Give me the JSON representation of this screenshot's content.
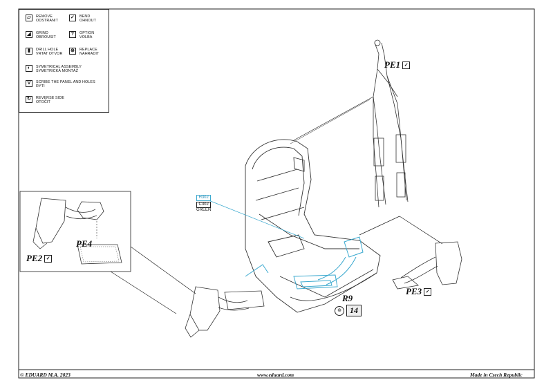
{
  "legend": {
    "items": [
      {
        "icon": "remove-icon",
        "l1": "REMOVE",
        "l2": "ODSTRANIT"
      },
      {
        "icon": "bend-icon",
        "l1": "BEND",
        "l2": "OHNOUT"
      },
      {
        "icon": "grind-icon",
        "l1": "GRIND",
        "l2": "OBROUSIT"
      },
      {
        "icon": "option-icon",
        "l1": "OPTION",
        "l2": "VOLBA"
      },
      {
        "icon": "drill-hole-icon",
        "l1": "DRILL HOLE",
        "l2": "VRTAT OTVOR"
      },
      {
        "icon": "replace-icon",
        "l1": "REPLACE",
        "l2": "NAHRADIT"
      },
      {
        "icon": "symmetrical-icon",
        "l1": "SYMETRICAL ASSEMBLY",
        "l2": "SYMETRICKÁ MONTÁŽ"
      },
      {
        "icon": "scribe-icon",
        "l1": "SCRIBE THE PANEL AND HOLES",
        "l2": "RÝTI"
      },
      {
        "icon": "reverse-icon",
        "l1": "REVERSE SIDE",
        "l2": "OTOČIT"
      }
    ]
  },
  "parts": {
    "pe1": "PE1",
    "pe2": "PE2",
    "pe3": "PE3",
    "pe4": "PE4",
    "r9": "R9",
    "r9_number": "14"
  },
  "color_callout": {
    "h_code": "H302",
    "c_code": "C302",
    "name": "GREEN"
  },
  "footer": {
    "copyright": "© EDUARD  M.A. 2023",
    "website": "www.eduard.com",
    "origin": "Made in Czech Republic"
  },
  "colors": {
    "accent": "#3ba9cf",
    "ink": "#222222"
  }
}
